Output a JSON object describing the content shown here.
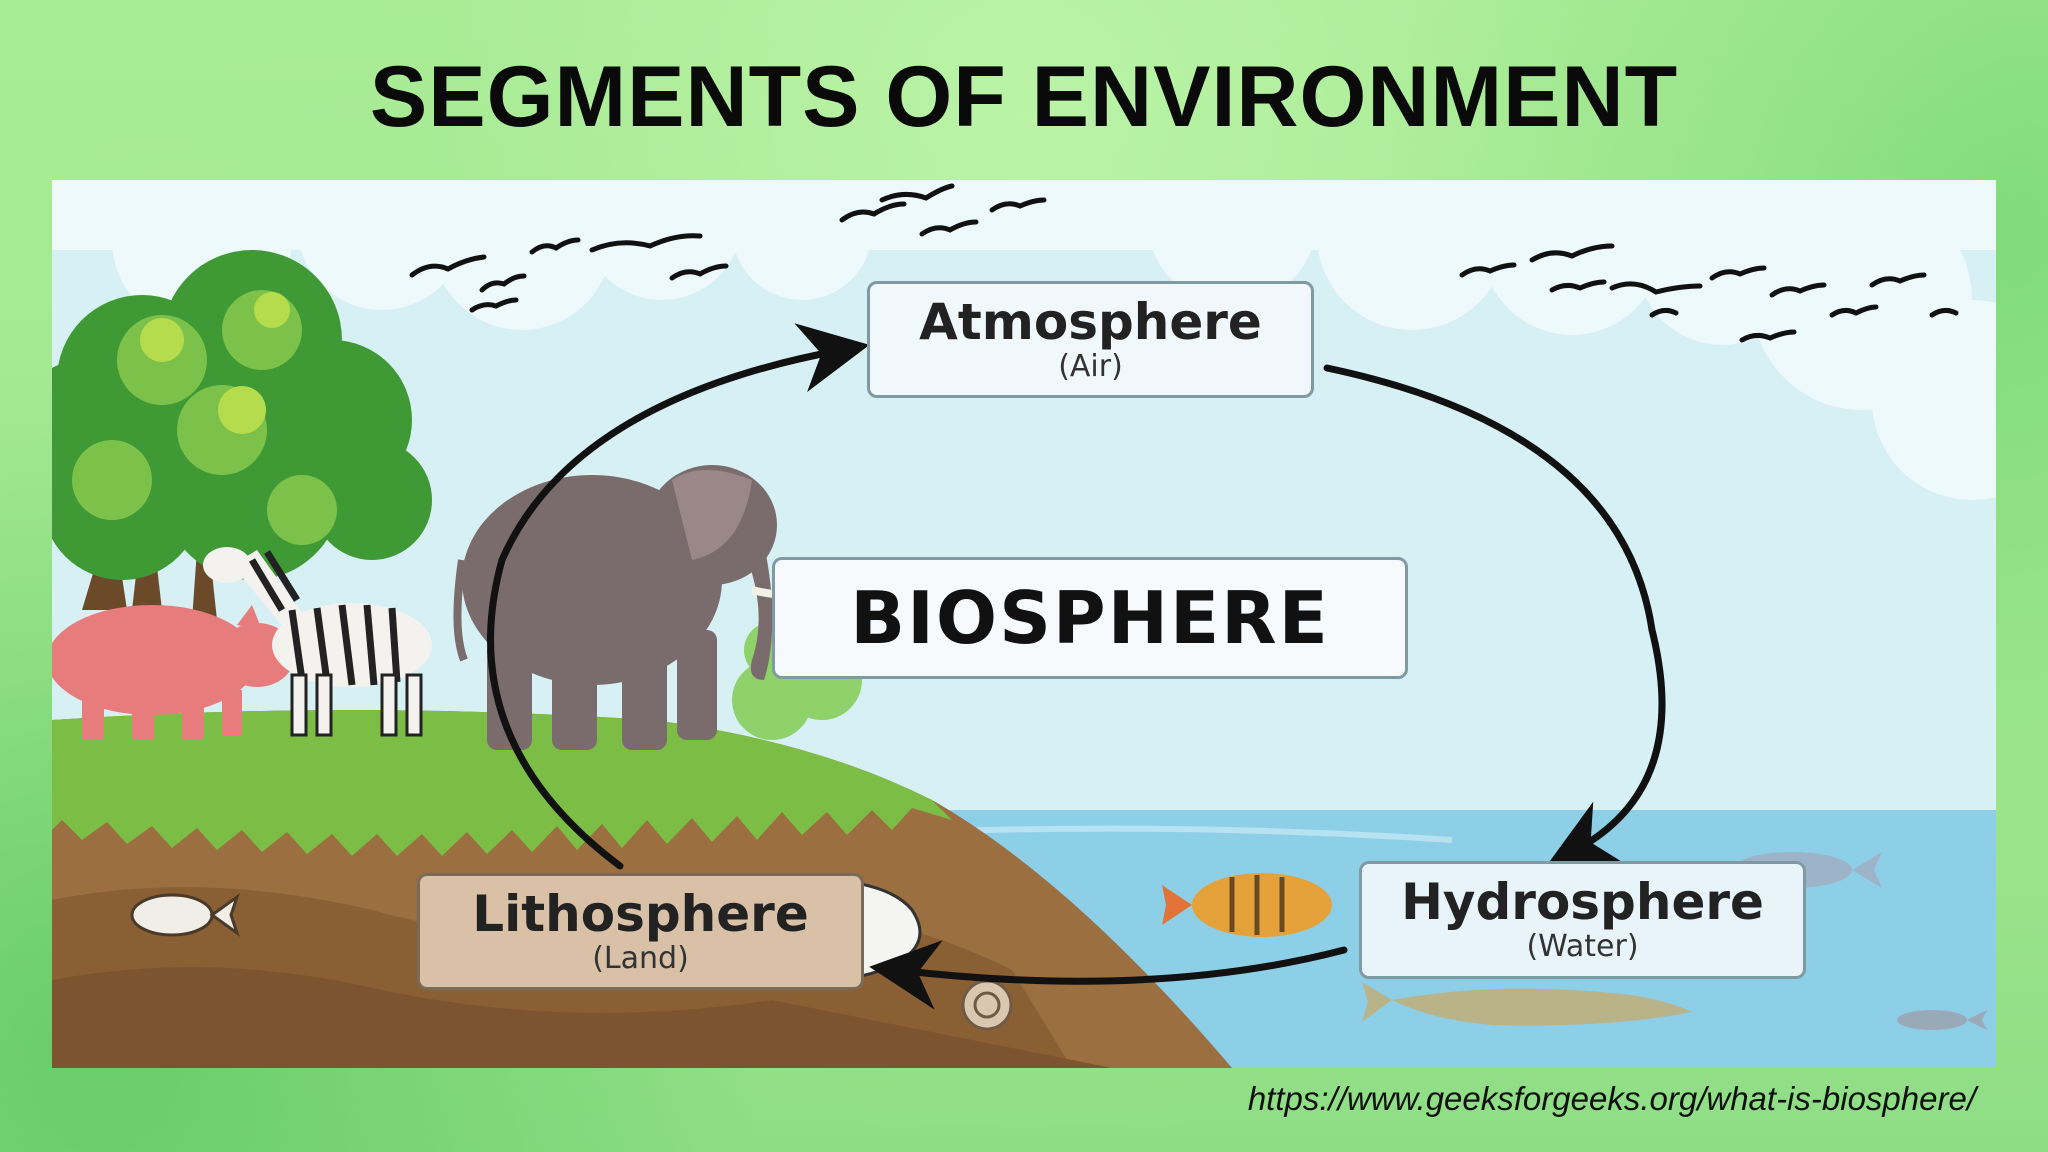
{
  "title": "SEGMENTS OF ENVIRONMENT",
  "center": {
    "label": "BIOSPHERE"
  },
  "nodes": {
    "atmosphere": {
      "name": "Atmosphere",
      "sub": "(Air)"
    },
    "hydrosphere": {
      "name": "Hydrosphere",
      "sub": "(Water)"
    },
    "lithosphere": {
      "name": "Lithosphere",
      "sub": "(Land)"
    }
  },
  "source_url": "https://www.geeksforgeeks.org/what-is-biosphere/",
  "colors": {
    "background": "#9be68c",
    "sky": "#d6f0f4",
    "water": "#8ecfe8",
    "soil": "#9b6f40",
    "grass": "#7cbd45",
    "arrow": "#111111"
  }
}
